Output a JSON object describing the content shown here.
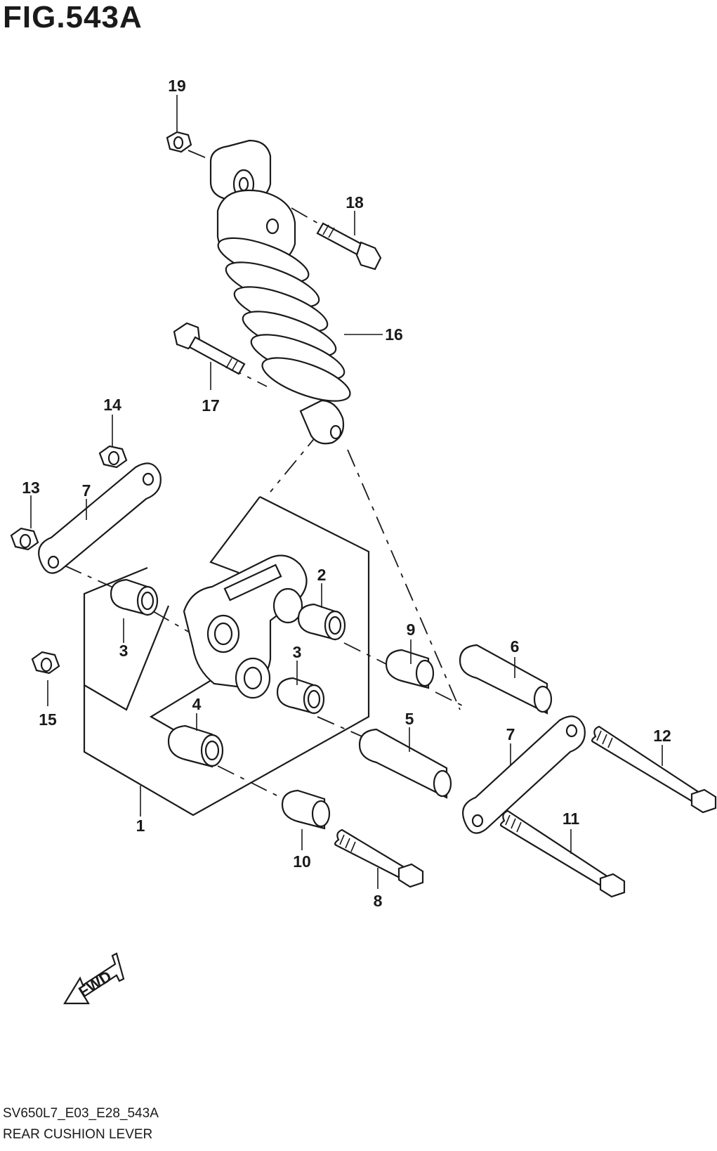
{
  "figure": {
    "title": "FIG.543A",
    "model_code": "SV650L7_E03_E28_543A",
    "caption": "REAR CUSHION LEVER"
  },
  "fwd_arrow": {
    "label": "FWD",
    "icon": "forward-arrow-icon"
  },
  "callouts": [
    {
      "id": "c19",
      "label": "19"
    },
    {
      "id": "c18",
      "label": "18"
    },
    {
      "id": "c16",
      "label": "16"
    },
    {
      "id": "c17",
      "label": "17"
    },
    {
      "id": "c14",
      "label": "14"
    },
    {
      "id": "c13",
      "label": "13"
    },
    {
      "id": "c7a",
      "label": "7"
    },
    {
      "id": "c2",
      "label": "2"
    },
    {
      "id": "c3a",
      "label": "3"
    },
    {
      "id": "c9",
      "label": "9"
    },
    {
      "id": "c6",
      "label": "6"
    },
    {
      "id": "c3b",
      "label": "3"
    },
    {
      "id": "c15",
      "label": "15"
    },
    {
      "id": "c4",
      "label": "4"
    },
    {
      "id": "c5",
      "label": "5"
    },
    {
      "id": "c7b",
      "label": "7"
    },
    {
      "id": "c12",
      "label": "12"
    },
    {
      "id": "c1",
      "label": "1"
    },
    {
      "id": "c11",
      "label": "11"
    },
    {
      "id": "c10",
      "label": "10"
    },
    {
      "id": "c8",
      "label": "8"
    }
  ]
}
